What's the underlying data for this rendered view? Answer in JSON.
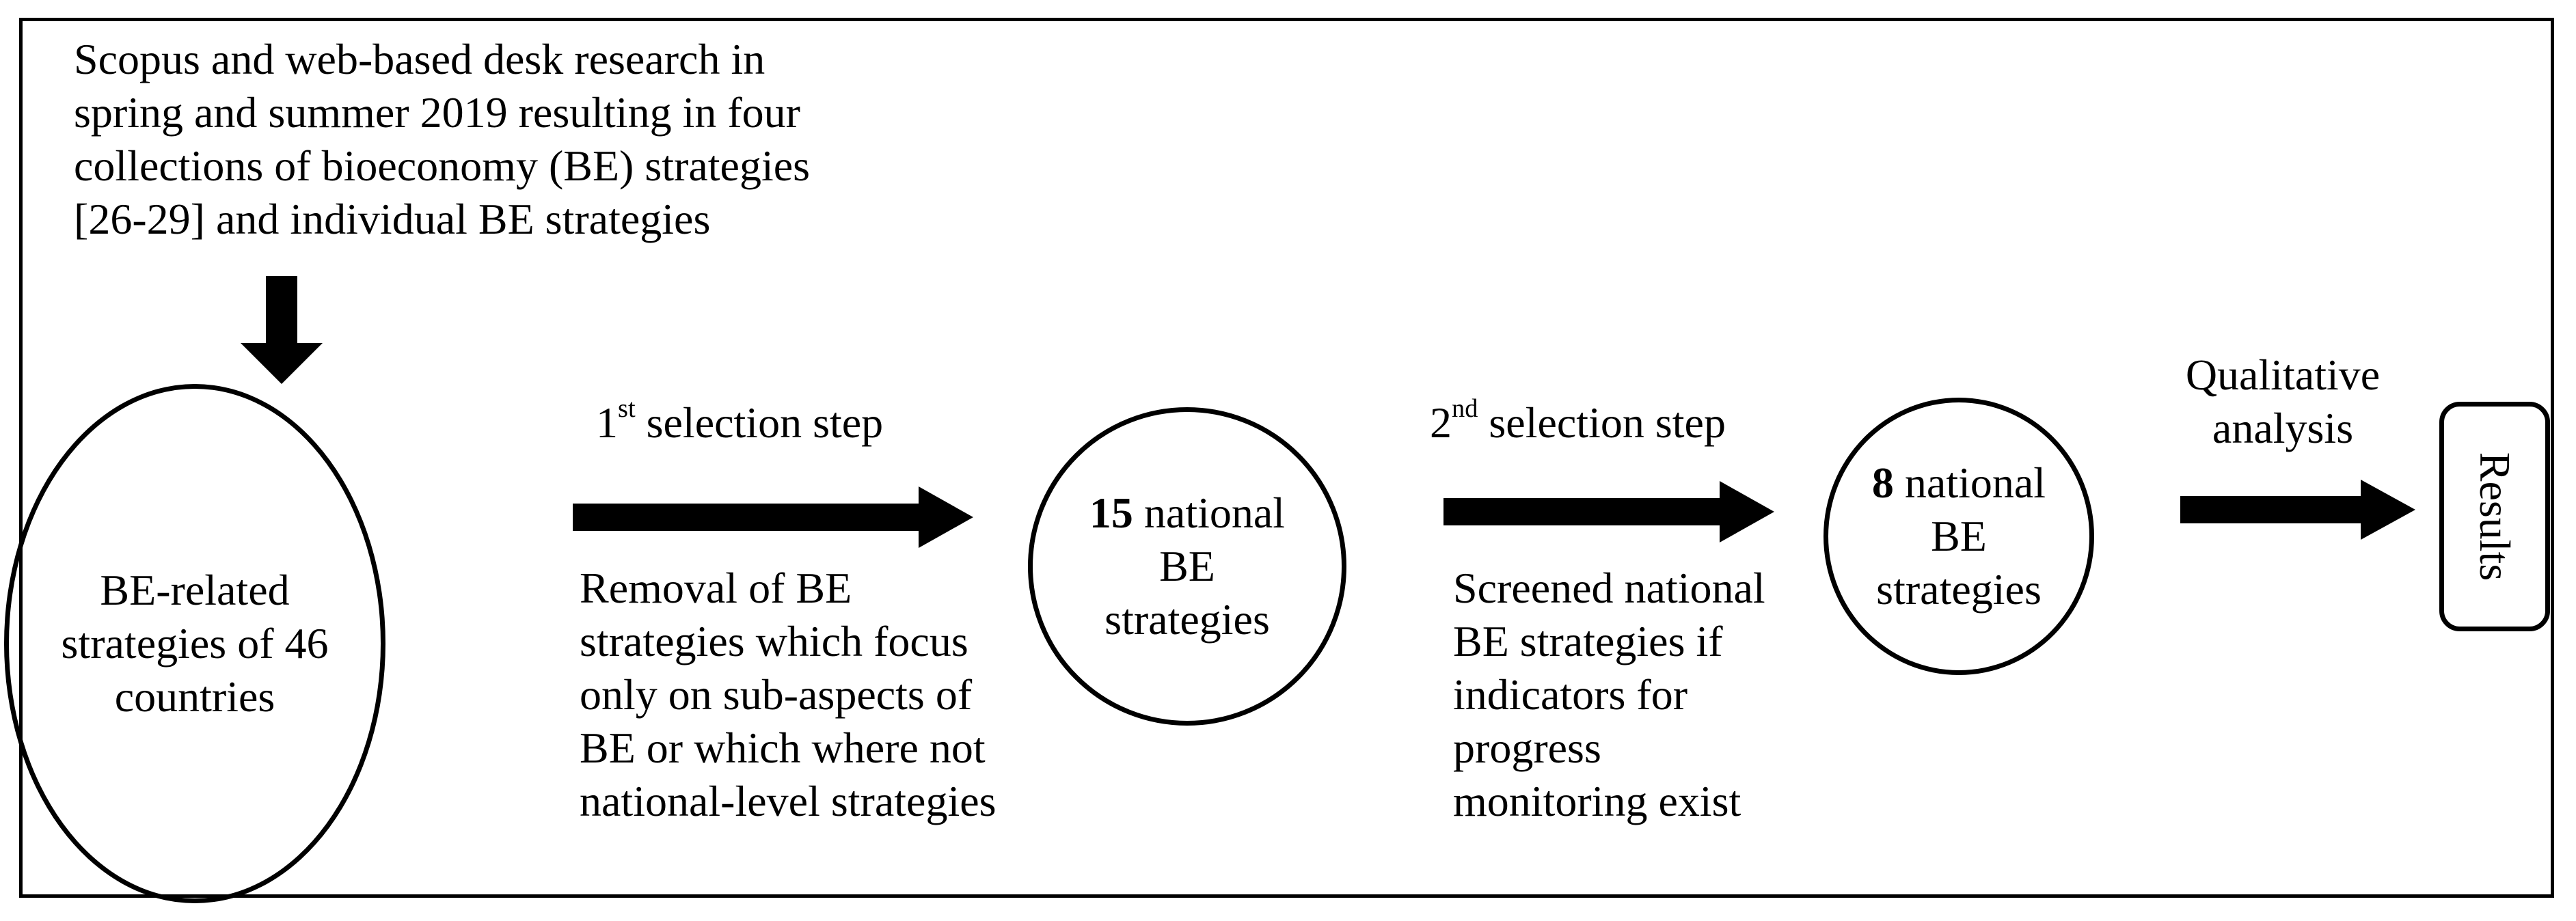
{
  "intro": {
    "lines": [
      "Scopus and web-based desk research in",
      "spring and summer 2019 resulting in four",
      "collections of bioeconomy (BE) strategies",
      "[26-29] and individual  BE strategies"
    ]
  },
  "circle1": {
    "lines": [
      "BE-related",
      "strategies of 46",
      "countries"
    ]
  },
  "step1": {
    "ordinal": "1",
    "sup": "st",
    "label": " selection step",
    "description": [
      "Removal of BE",
      "strategies which focus",
      "only on sub-aspects of",
      "BE or which where not",
      "national-level strategies"
    ]
  },
  "circle2": {
    "number": "15",
    "line1_rest": " national",
    "lines": [
      "BE",
      "strategies"
    ]
  },
  "step2": {
    "ordinal": "2",
    "sup": "nd",
    "label": " selection step",
    "description": [
      "Screened national",
      "BE strategies if",
      "indicators for",
      "progress",
      "monitoring exist"
    ]
  },
  "circle3": {
    "number": "8",
    "line1_rest": " national",
    "lines": [
      "BE",
      "strategies"
    ]
  },
  "step3": {
    "label_lines": [
      "Qualitative",
      "analysis"
    ]
  },
  "results": {
    "label": "Results"
  }
}
